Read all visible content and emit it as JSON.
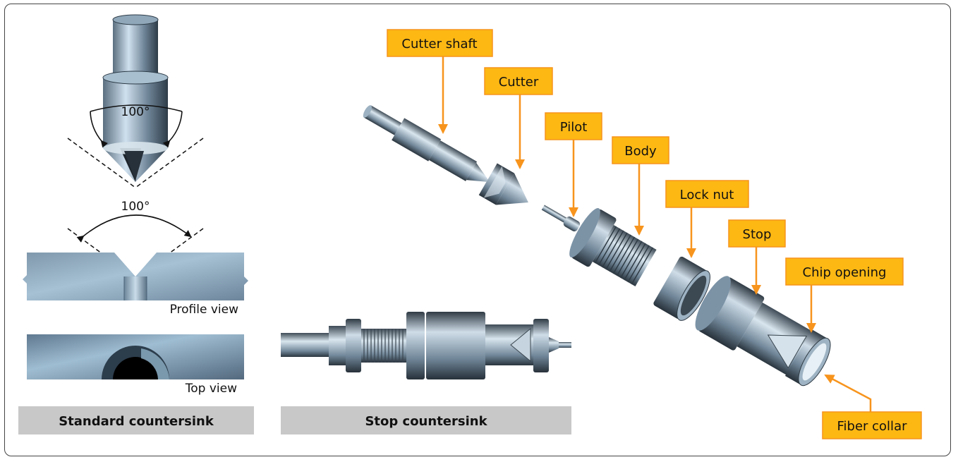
{
  "angle_top": "100°",
  "angle_profile": "100°",
  "profile_view": "Profile view",
  "top_view": "Top view",
  "caption_standard": "Standard countersink",
  "caption_stop": "Stop countersink",
  "callouts": {
    "cutter_shaft": "Cutter shaft",
    "cutter": "Cutter",
    "pilot": "Pilot",
    "body": "Body",
    "lock_nut": "Lock nut",
    "stop": "Stop",
    "chip_opening": "Chip opening",
    "fiber_collar": "Fiber collar"
  },
  "colors": {
    "callout_fill": "#fdb813",
    "callout_line": "#f7941d",
    "caption_bar": "#c8c8c8"
  }
}
